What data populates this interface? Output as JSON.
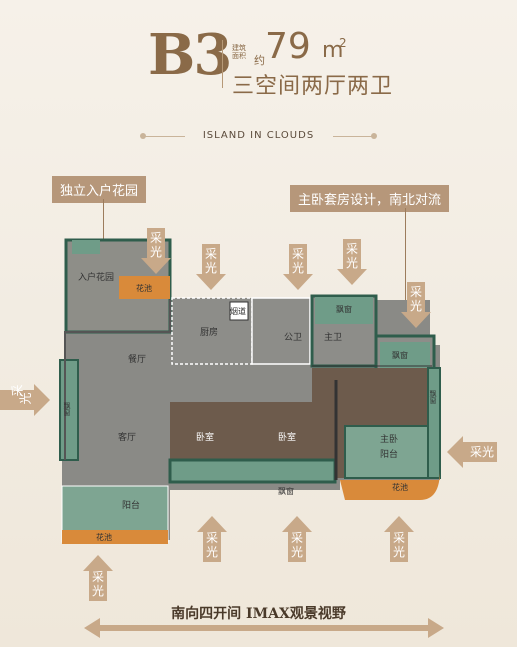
{
  "header": {
    "unit_code": "B3",
    "area_label": "建筑面积",
    "area_about": "约",
    "area_value": "79",
    "area_unit": "m",
    "area_sup": "2",
    "layout": "三空间两厅两卫",
    "project": "ISLAND IN CLOUDS"
  },
  "callouts": {
    "garden": "独立入户花园",
    "master": "主卧套房设计，南北对流"
  },
  "light_label": [
    "采",
    "光"
  ],
  "rooms": {
    "entry_garden": "入户花园",
    "planter_top": "花池",
    "kitchen": "厨房",
    "flue": "烟道",
    "public_bath": "公卫",
    "bay_top": "飘窗",
    "master_bath": "主卫",
    "bay_right": "飘窗",
    "dining": "餐厅",
    "living": "客厅",
    "bedroom1": "卧室",
    "bedroom2": "卧室",
    "master_bed": "主卧",
    "terrace": "阳台",
    "bay_left": "飘窗",
    "bay_bottom": "飘窗",
    "bay_right2": "飘窗",
    "planter_right": "花池",
    "balcony": "阳台",
    "planter_bottom": "花池"
  },
  "footer": "南向四开间  IMAX观景视野",
  "colors": {
    "brand": "#8a6a48",
    "callout": "#b6977a",
    "arrow": "#c8a989",
    "wall_green": "#2f5d4c",
    "window_green": "#6f9c88",
    "floor_grey": "#8a8a86",
    "accent_orange": "#d98a3a"
  }
}
